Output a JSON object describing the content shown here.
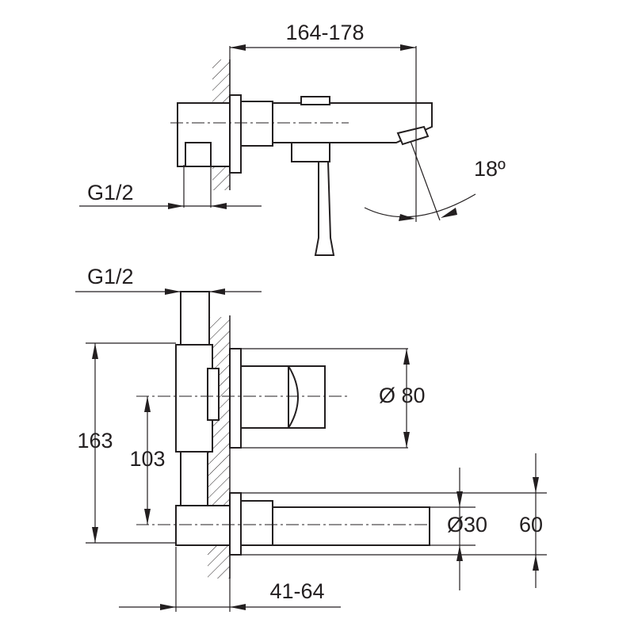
{
  "side_view": {
    "length_label": "164-178",
    "angle_label": "18º",
    "connection_label": "G1/2"
  },
  "front_view": {
    "connection_label": "G1/2",
    "total_height_label": "163",
    "axis_height_label": "103",
    "plate_diameter_label": "Ø 80",
    "spout_diameter_label": "Ø30",
    "spout_height_label": "60",
    "depth_label": "41-64"
  }
}
